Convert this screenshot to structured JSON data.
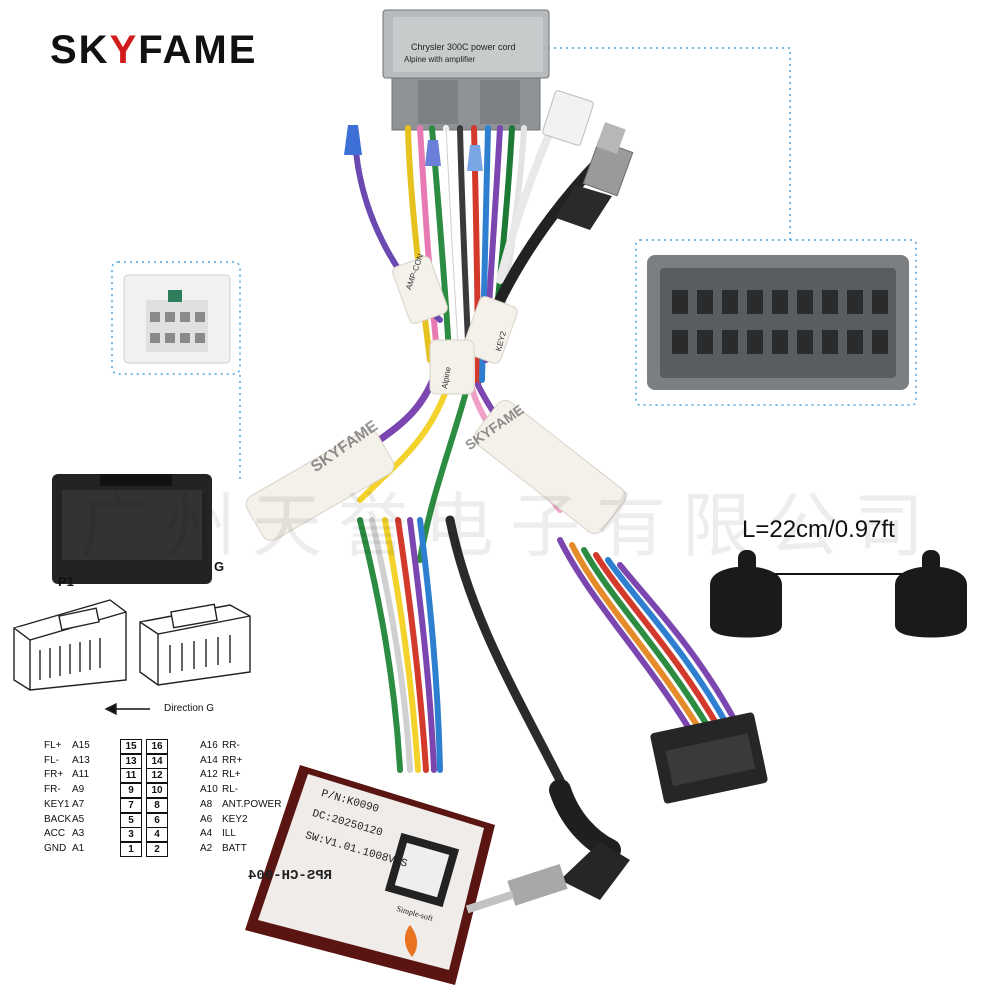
{
  "brand": {
    "prefix": "SK",
    "highlight": "Y",
    "suffix": "FAME"
  },
  "top_connector": {
    "line1": "Chrysler 300C power cord",
    "line2": "Alpine with amplifier"
  },
  "cable_tags": [
    "AMP-CON",
    "Alpine",
    "KEY2"
  ],
  "watermark": {
    "brand": "SKYFAME",
    "company_cn": "广州天誉电子有限公司"
  },
  "length_label": "L=22cm/0.97ft",
  "connector_labels": {
    "p1": "P1",
    "g": "G"
  },
  "direction_label": "Direction G",
  "pinout": {
    "rows": [
      {
        "left_func": "FL+",
        "left_pin": "A15",
        "cell_a": "15",
        "cell_b": "16",
        "right_pin": "A16",
        "right_func": "RR-"
      },
      {
        "left_func": "FL-",
        "left_pin": "A13",
        "cell_a": "13",
        "cell_b": "14",
        "right_pin": "A14",
        "right_func": "RR+"
      },
      {
        "left_func": "FR+",
        "left_pin": "A11",
        "cell_a": "11",
        "cell_b": "12",
        "right_pin": "A12",
        "right_func": "RL+"
      },
      {
        "left_func": "FR-",
        "left_pin": "A9",
        "cell_a": "9",
        "cell_b": "10",
        "right_pin": "A10",
        "right_func": "RL-"
      },
      {
        "left_func": "KEY1",
        "left_pin": "A7",
        "cell_a": "7",
        "cell_b": "8",
        "right_pin": "A8",
        "right_func": "ANT.POWER"
      },
      {
        "left_func": "BACK",
        "left_pin": "A5",
        "cell_a": "5",
        "cell_b": "6",
        "right_pin": "A6",
        "right_func": "KEY2"
      },
      {
        "left_func": "ACC",
        "left_pin": "A3",
        "cell_a": "3",
        "cell_b": "4",
        "right_pin": "A4",
        "right_func": "ILL"
      },
      {
        "left_func": "GND",
        "left_pin": "A1",
        "cell_a": "1",
        "cell_b": "2",
        "right_pin": "A2",
        "right_func": "BATT"
      }
    ]
  },
  "decoder_box": {
    "model": "RPS-CH-004",
    "sw": "SW:V1.01.1008VPS",
    "dc": "DC:20250120",
    "pn": "P/N:K0090",
    "maker": "Simple-soft"
  },
  "colors": {
    "brand_red": "#d21d1d",
    "callout_blue": "#4aa3df",
    "connector_grey": "#8a8e90",
    "box_red": "#5a1512"
  }
}
